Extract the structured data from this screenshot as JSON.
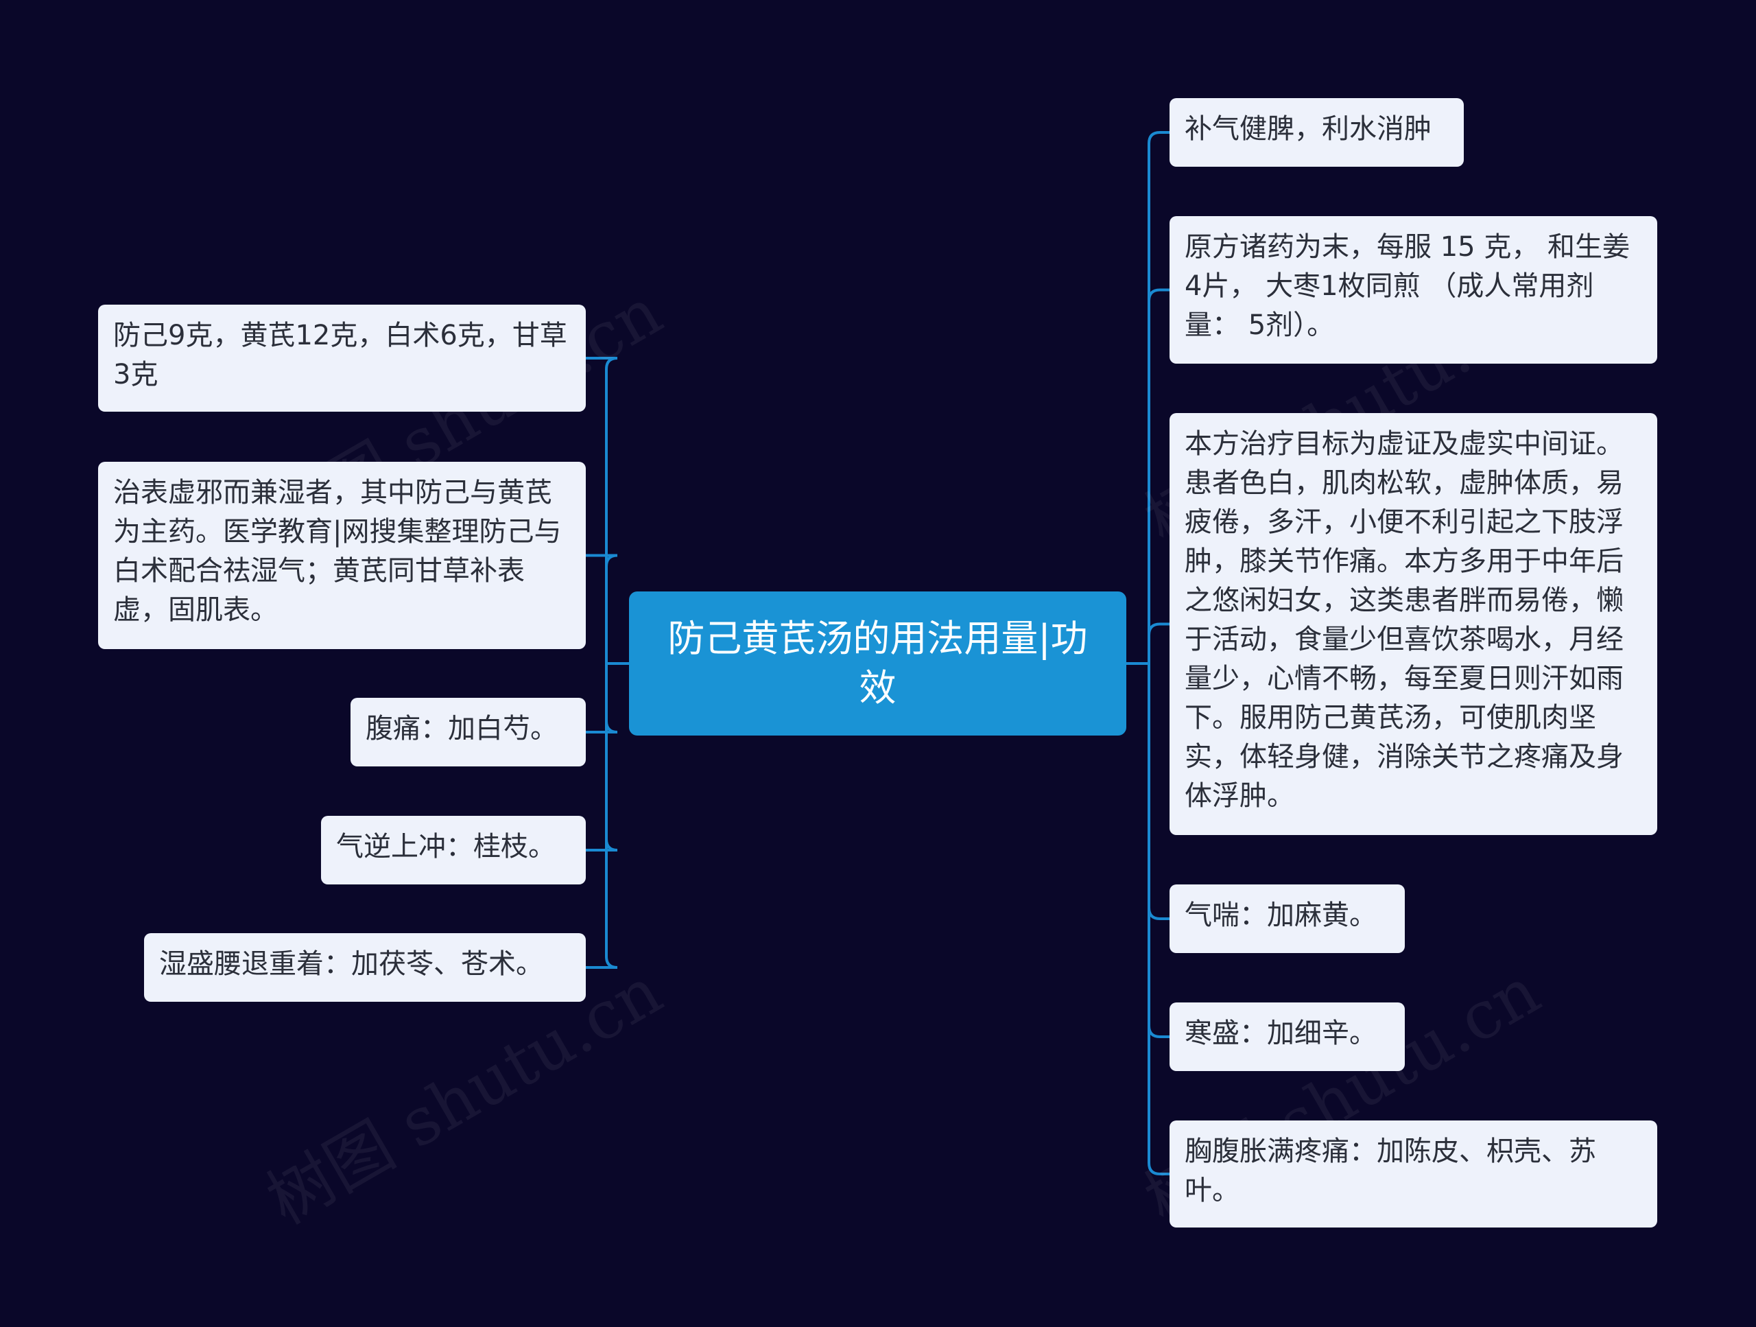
{
  "center": {
    "title": "防己黄芪汤的用法用量|功效"
  },
  "left_nodes": [
    "防己9克，黄芪12克，白术6克，甘草3克",
    "治表虚邪而兼湿者，其中防己与黄芪为主药。医学教育|网搜集整理防己与白术配合祛湿气；黄芪同甘草补表虚，固肌表。",
    "腹痛：加白芍。",
    "气逆上冲：桂枝。",
    "湿盛腰退重着：加茯苓、苍术。"
  ],
  "right_nodes": [
    "补气健脾，利水消肿",
    "原方诸药为末，每服 15 克， 和生姜4片， 大枣1枚同煎 （成人常用剂量： 5剂）。",
    "本方治疗目标为虚证及虚实中间证。患者色白，肌肉松软，虚肿体质，易疲倦，多汗，小便不利引起之下肢浮肿，膝关节作痛。本方多用于中年后之悠闲妇女，这类患者胖而易倦，懒于活动，食量少但喜饮茶喝水，月经量少，心情不畅，每至夏日则汗如雨下。服用防己黄芪汤，可使肌肉坚实，体轻身健，消除关节之疼痛及身体浮肿。",
    "气喘：加麻黄。",
    "寒盛：加细辛。",
    "胸腹胀满疼痛：加陈皮、枳壳、苏叶。"
  ],
  "watermark": {
    "text": "树图 shutu.cn"
  },
  "colors": {
    "background": "#0a0729",
    "center_fill": "#1a93d5",
    "node_fill": "#eef2fb",
    "connector": "#1a8ad2"
  }
}
